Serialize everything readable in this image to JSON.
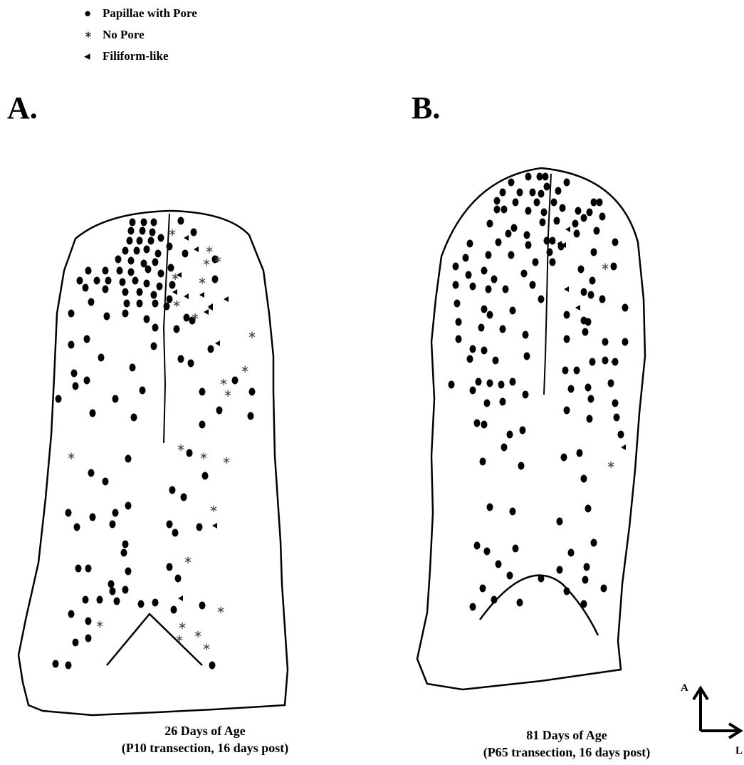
{
  "legend": {
    "items": [
      {
        "symbol": "●",
        "label": "Papillae with Pore"
      },
      {
        "symbol": "∗",
        "label": "No Pore"
      },
      {
        "symbol": "◂",
        "label": "Filiform-like"
      }
    ]
  },
  "panels": [
    {
      "letter": "A.",
      "caption_line1": "26 Days of Age",
      "caption_line2": "(P10 transection, 16 days post)"
    },
    {
      "letter": "B.",
      "caption_line1": "81 Days of Age",
      "caption_line2": "(P65 transection, 16 days post)"
    }
  ],
  "axes": {
    "anterior": "A",
    "lateral": "L"
  }
}
